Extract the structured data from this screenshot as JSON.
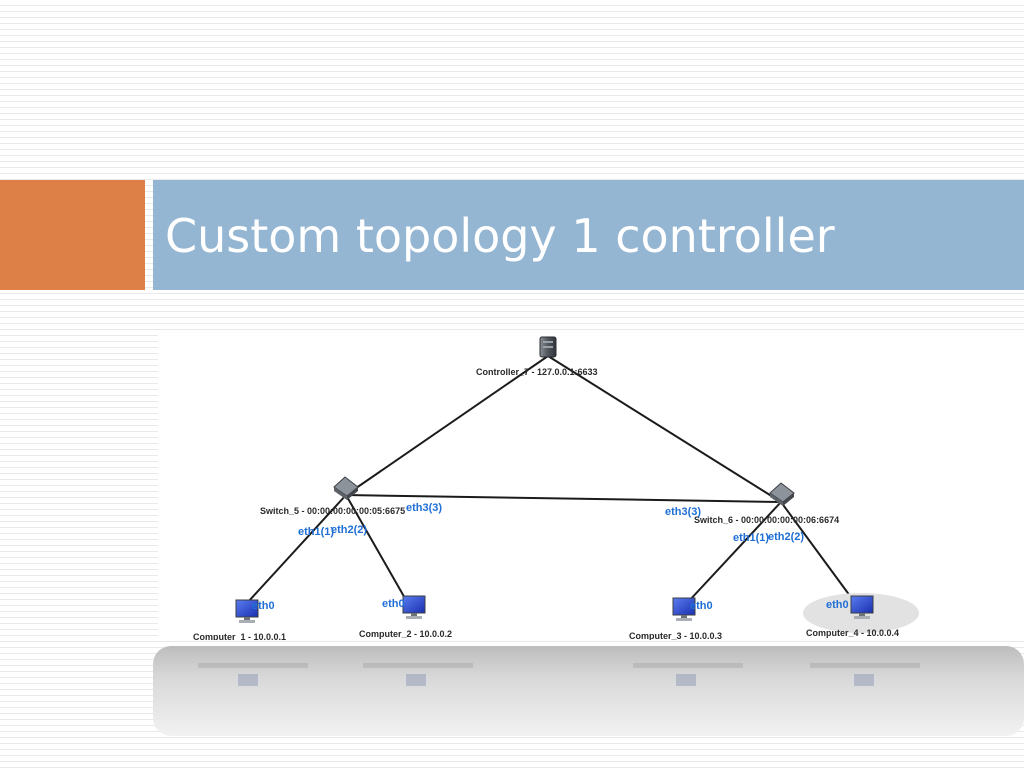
{
  "slide": {
    "title": "Custom topology 1 controller",
    "colors": {
      "accent": "#dd8047",
      "title_bar": "#94b6d2",
      "title_text": "#ffffff",
      "link": "#1b1b1b",
      "port_label": "#1f6fd6",
      "node_label": "#2a2a2a"
    }
  },
  "topology": {
    "nodes": {
      "controller": {
        "label": "Controller_7 - 127.0.0.1:6633",
        "icon": "server-icon"
      },
      "switch5": {
        "label": "Switch_5 - 00:00:00:00:00:05:6675",
        "icon": "switch-icon"
      },
      "switch6": {
        "label": "Switch_6 - 00:00:00:00:00:06:6674",
        "icon": "switch-icon"
      },
      "computer1": {
        "label": "Computer_1 - 10.0.0.1",
        "icon": "computer-icon"
      },
      "computer2": {
        "label": "Computer_2 - 10.0.0.2",
        "icon": "computer-icon"
      },
      "computer3": {
        "label": "Computer_3 - 10.0.0.3",
        "icon": "computer-icon"
      },
      "computer4": {
        "label": "Computer_4 - 10.0.0.4",
        "icon": "computer-icon",
        "selected": true
      }
    },
    "links": [
      {
        "from": "controller",
        "to": "switch5"
      },
      {
        "from": "controller",
        "to": "switch6"
      },
      {
        "from": "switch5",
        "to": "switch6"
      },
      {
        "from": "switch5",
        "to": "computer1"
      },
      {
        "from": "switch5",
        "to": "computer2"
      },
      {
        "from": "switch6",
        "to": "computer3"
      },
      {
        "from": "switch6",
        "to": "computer4"
      }
    ],
    "port_labels": {
      "s5_eth1": "eth1(1)",
      "s5_eth2": "eth2(2)",
      "s5_eth3": "eth3(3)",
      "s6_eth3": "eth3(3)",
      "s6_eth1": "eth1(1)",
      "s6_eth2": "eth2(2)",
      "c1_eth0": "eth0",
      "c2_eth0": "eth0",
      "c3_eth0": "eth0",
      "c4_eth0": "eth0"
    }
  }
}
